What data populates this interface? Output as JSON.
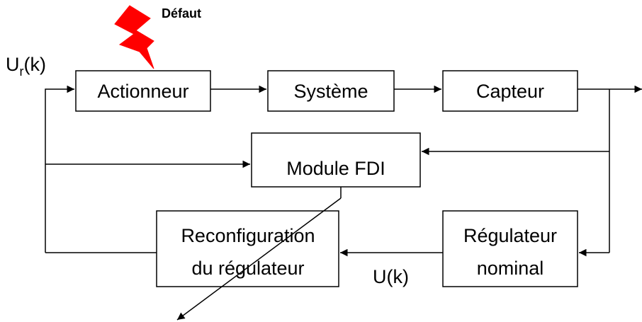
{
  "fault": {
    "label": "Défaut",
    "color": "#ff0000"
  },
  "signals": {
    "reference_main": "U",
    "reference_sub": "r",
    "reference_arg": "(k)",
    "control": "U(k)"
  },
  "blocks": {
    "actuator": "Actionneur",
    "system": "Système",
    "sensor": "Capteur",
    "fdi": "Module FDI",
    "reconfig_line1": "Reconfiguration",
    "reconfig_line2": "du régulateur",
    "nominal_line1": "Régulateur",
    "nominal_line2": "nominal"
  }
}
